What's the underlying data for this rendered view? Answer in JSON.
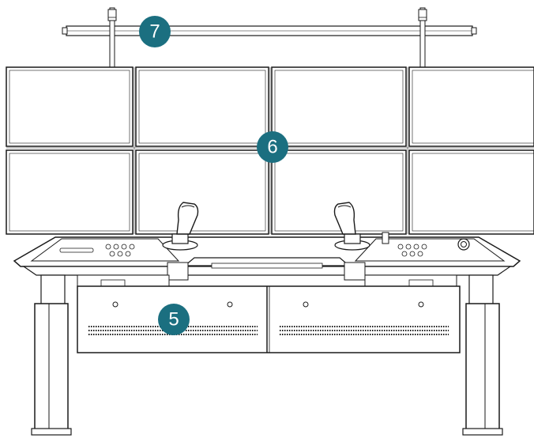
{
  "callouts": [
    {
      "label": "7"
    },
    {
      "label": "6"
    },
    {
      "label": "5"
    }
  ],
  "colors": {
    "badge": "#1b6f80",
    "line": "#1a1a1a",
    "background": "#ffffff"
  }
}
